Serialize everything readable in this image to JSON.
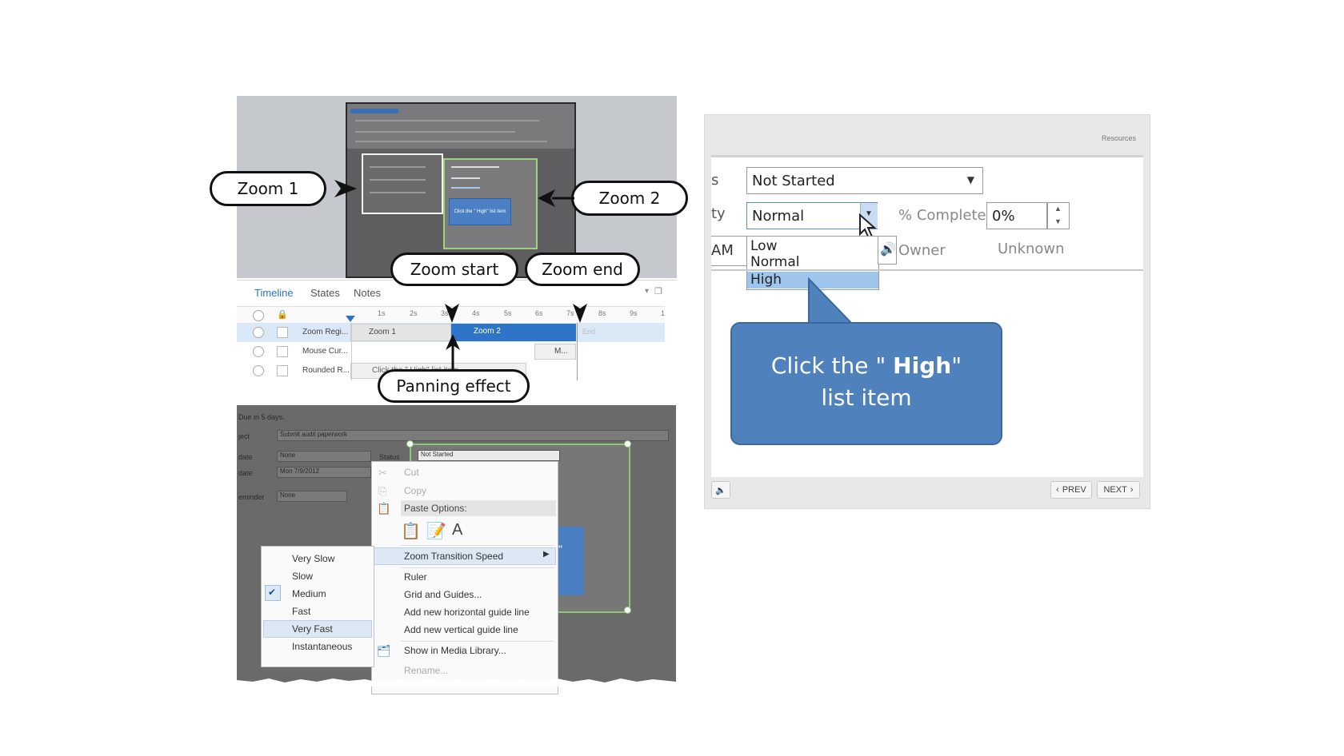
{
  "callouts": {
    "zoom1": "Zoom 1",
    "zoom2": "Zoom 2",
    "zoom_start": "Zoom start",
    "zoom_end": "Zoom end",
    "panning": "Panning effect"
  },
  "mini_screenshot": {
    "tip_text": "Click the \" High\" list item"
  },
  "timeline": {
    "tabs": [
      "Timeline",
      "States",
      "Notes"
    ],
    "ticks": [
      "1s",
      "2s",
      "3s",
      "4s",
      "5s",
      "6s",
      "7s",
      "8s",
      "9s",
      "1"
    ],
    "rows": [
      {
        "name": "Zoom Regi...",
        "clip1": "Zoom 1",
        "clip2": "Zoom 2",
        "end": "End"
      },
      {
        "name": "Mouse Cur...",
        "clip": "M..."
      },
      {
        "name": "Rounded R...",
        "clip": "Click the \" High\" list item"
      }
    ]
  },
  "context_screenshot": {
    "due": "Due in 5 days.",
    "subject_label": "ject",
    "subject_value": "Submit audit paperwork",
    "start_label": "date",
    "start_value": "None",
    "due_label": "date",
    "due_value": "Mon 7/9/2012",
    "reminder_label": "eminder",
    "reminder_value": "None",
    "status_label": "Status",
    "status_value": "Not Started",
    "menu": {
      "cut": "Cut",
      "copy": "Copy",
      "paste_options": "Paste Options:",
      "zoom_speed": "Zoom Transition Speed",
      "ruler": "Ruler",
      "grid": "Grid and Guides...",
      "add_h": "Add new horizontal guide line",
      "add_v": "Add new vertical guide line",
      "media": "Show in Media Library...",
      "rename": "Rename..."
    },
    "speed_menu": [
      "Very Slow",
      "Slow",
      "Medium",
      "Fast",
      "Very Fast",
      "Instantaneous"
    ],
    "speed_checked": "Medium",
    "speed_highlighted": "Very Fast"
  },
  "player": {
    "resources": "Resources",
    "status_value": "Not Started",
    "priority_value": "Normal",
    "list_items": [
      "Low",
      "Normal",
      "High"
    ],
    "list_selected": "High",
    "percent_label": "% Complete",
    "percent_value": "0%",
    "owner_label": "Owner",
    "owner_value": "Unknown",
    "edge_s": "s",
    "edge_ty": "ty",
    "edge_am": "AM",
    "callout_prefix": "Click the \" ",
    "callout_bold": "High",
    "callout_suffix": "\"",
    "callout_line2": "list item",
    "prev": "PREV",
    "next": "NEXT"
  },
  "colors": {
    "accent": "#4f81bd",
    "timeline_blue": "#2e74c8",
    "selection_green": "#8dc878"
  }
}
